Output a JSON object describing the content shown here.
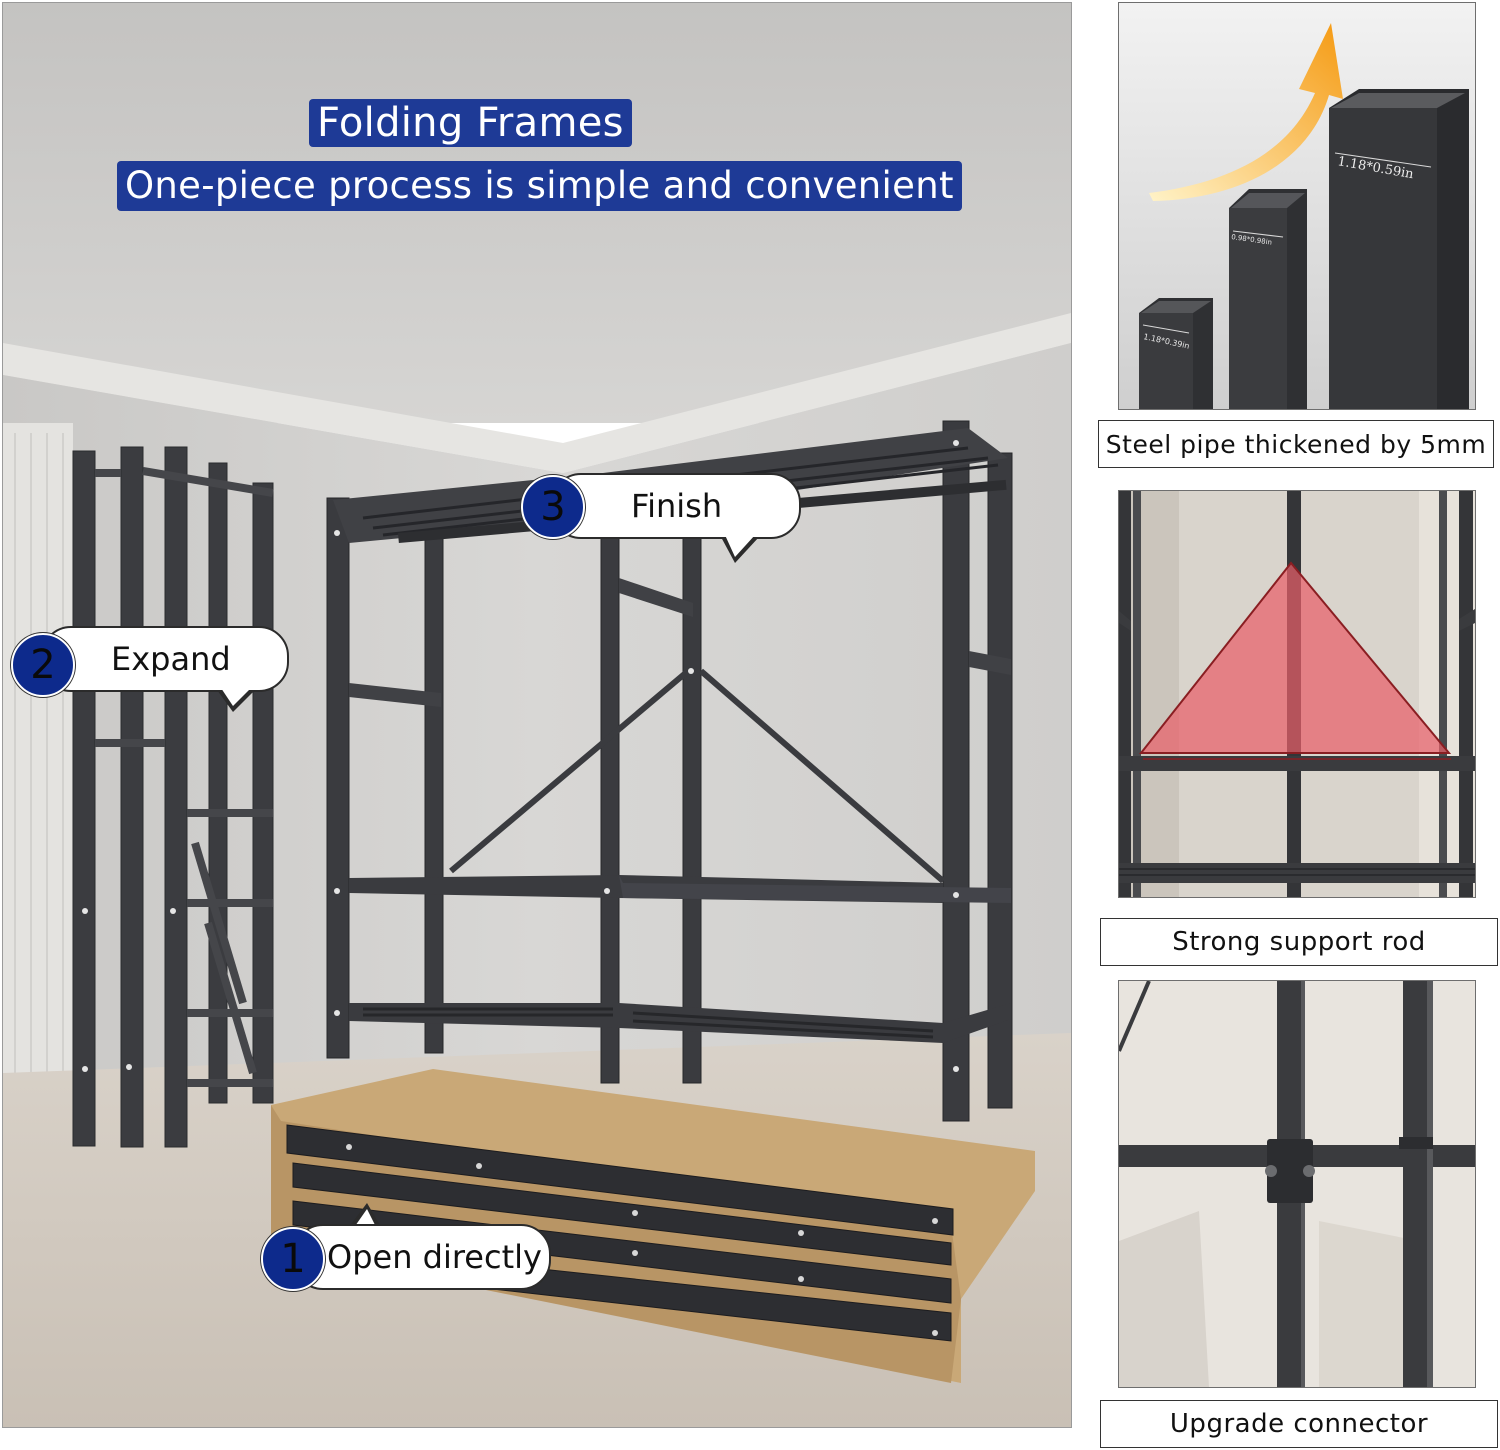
{
  "main": {
    "title": "Folding Frames",
    "subtitle": "One-piece process is simple and convenient",
    "steps": [
      {
        "number": "1",
        "label": "Open directly"
      },
      {
        "number": "2",
        "label": "Expand"
      },
      {
        "number": "3",
        "label": "Finish"
      }
    ]
  },
  "side": {
    "pipes": {
      "labels": [
        "1.18*0.39in",
        "0.98*0.98in",
        "1.18*0.59in"
      ],
      "caption": "Steel pipe thickened by 5mm"
    },
    "support": {
      "caption": "Strong support rod"
    },
    "connector": {
      "caption": "Upgrade connector"
    }
  },
  "colors": {
    "banner": "#1e3a96",
    "step_circle": "#0d2a8c",
    "frame_metal": "#3a3b3f",
    "box_kraft": "#c9a877",
    "arrow": "#f5a623",
    "triangle_highlight": "#e8606a"
  }
}
